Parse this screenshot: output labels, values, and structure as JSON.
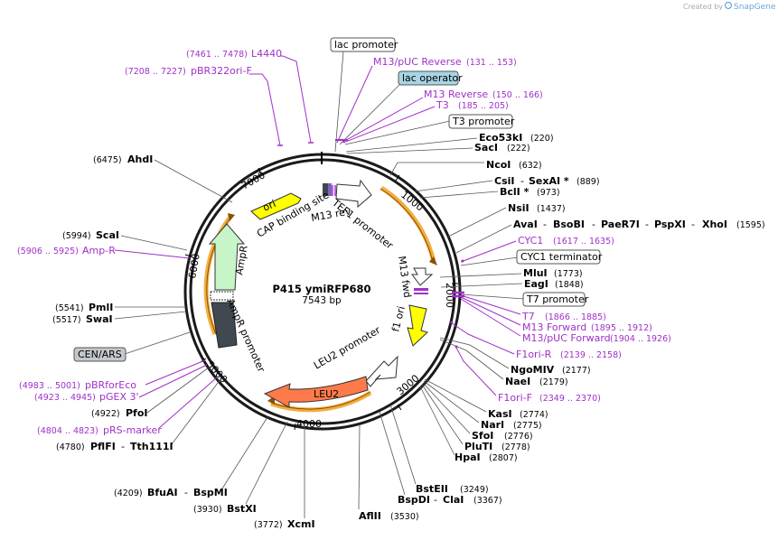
{
  "header": {
    "created_by": "Created by",
    "brand": "SnapGene"
  },
  "map": {
    "name": "P415 ymiRFP680",
    "length": "7543 bp"
  },
  "ticks": [
    "1000",
    "2000",
    "3000",
    "4000",
    "5000",
    "6000",
    "7000"
  ],
  "features": {
    "ori": "ori",
    "ampr": "AmpR",
    "ampr_promoter": "AmpR promoter",
    "cap_site": "CAP binding site",
    "m13rev": "M13 rev",
    "tef1": "TEF1 promoter",
    "m13fwd": "M13 fwd",
    "f1ori": "f1 ori",
    "leu2prom": "LEU2 promoter",
    "leu2": "LEU2"
  },
  "top_labels": {
    "l4440": "L4440",
    "l4440_pos": "(7461 .. 7478)",
    "pbr": "pBR322ori-F",
    "pbr_pos": "(7208 .. 7227)",
    "lacprom": "lac promoter",
    "m13puc": "M13/pUC Reverse",
    "m13puc_pos": "(131 .. 153)",
    "lacop": "lac operator",
    "m13rev": "M13 Reverse",
    "m13rev_pos": "(150 .. 166)",
    "t3": "T3",
    "t3_pos": "(185 .. 205)",
    "t3prom": "T3 promoter"
  },
  "right_labels": {
    "eco53ki": "Eco53kI",
    "eco53ki_pos": "(220)",
    "saci": "SacI",
    "saci_pos": "(222)",
    "ncoi": "NcoI",
    "ncoi_pos": "(632)",
    "csii": "CsiI",
    "sexai": "SexAI *",
    "csii_pos": "(889)",
    "bcli": "BclI *",
    "bcli_pos": "(973)",
    "nsii": "NsiI",
    "nsii_pos": "(1437)",
    "avai": "AvaI",
    "bsobi": "BsoBI",
    "paer7i": "PaeR7I",
    "pspxi": "PspXI",
    "xhoi": "XhoI",
    "xhoi_pos": "(1595)",
    "cyc1": "CYC1",
    "cyc1_pos": "(1617 .. 1635)",
    "cyc1term": "CYC1 terminator",
    "mlui": "MluI",
    "mlui_pos": "(1773)",
    "eagi": "EagI",
    "eagi_pos": "(1848)",
    "t7prom": "T7 promoter",
    "t7": "T7",
    "t7_pos": "(1866 .. 1885)",
    "m13f": "M13 Forward",
    "m13f_pos": "(1895 .. 1912)",
    "m13pucf": "M13/pUC Forward",
    "m13pucf_pos": "(1904 .. 1926)",
    "f1orir": "F1ori-R",
    "f1orir_pos": "(2139 .. 2158)",
    "ngomiv": "NgoMIV",
    "ngomiv_pos": "(2177)",
    "naei": "NaeI",
    "naei_pos": "(2179)",
    "f1orif": "F1ori-F",
    "f1orif_pos": "(2349 .. 2370)",
    "kasi": "KasI",
    "kasi_pos": "(2774)",
    "nari": "NarI",
    "nari_pos": "(2775)",
    "sfoi": "SfoI",
    "sfoi_pos": "(2776)",
    "pluti": "PluTI",
    "pluti_pos": "(2778)",
    "hpai": "HpaI",
    "hpai_pos": "(2807)",
    "bsteii": "BstEII",
    "bsteii_pos": "(3249)",
    "bspdi": "BspDI",
    "clai": "ClaI",
    "clai_pos": "(3367)",
    "aflii": "AflII",
    "aflii_pos": "(3530)"
  },
  "left_labels": {
    "ahdi": "AhdI",
    "ahdi_pos": "(6475)",
    "scai": "ScaI",
    "scai_pos": "(5994)",
    "ampr_primer": "Amp-R",
    "ampr_primer_pos": "(5906 .. 5925)",
    "pmli": "PmlI",
    "pmli_pos": "(5541)",
    "swai": "SwaI",
    "swai_pos": "(5517)",
    "cenars": "CEN/ARS",
    "pbrforeco": "pBRforEco",
    "pbrforeco_pos": "(4983 .. 5001)",
    "pgex3": "pGEX 3'",
    "pgex3_pos": "(4923 .. 4945)",
    "pfoi": "PfoI",
    "pfoi_pos": "(4922)",
    "prsmarker": "pRS-marker",
    "prsmarker_pos": "(4804 .. 4823)",
    "pflfi": "PflFI",
    "tth111i": "Tth111I",
    "pflfi_pos": "(4780)",
    "bfuai": "BfuAI",
    "bspmi": "BspMI",
    "bfuai_pos": "(4209)",
    "bstxi": "BstXI",
    "bstxi_pos": "(3930)",
    "xcmi": "XcmI",
    "xcmi_pos": "(3772)"
  }
}
